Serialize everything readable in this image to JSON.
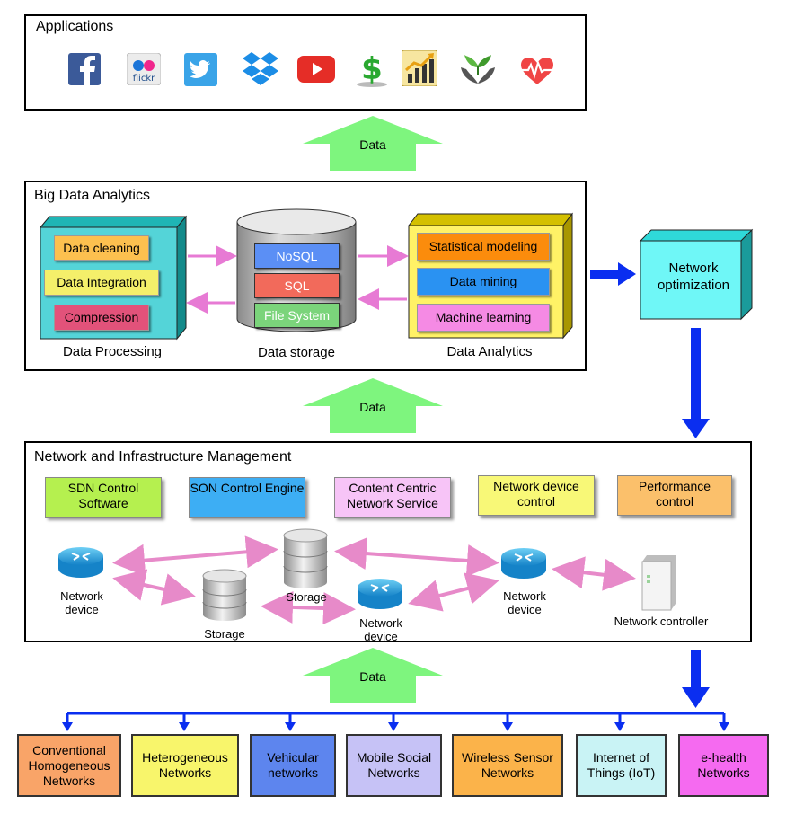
{
  "colors": {
    "up_arrow": "#7ef57e",
    "blue_arrow": "#0a2ef0",
    "pink_arrow": "#e77ad4",
    "pink_dbl": "#e78ac9"
  },
  "applications": {
    "title": "Applications",
    "icons": [
      "facebook-icon",
      "flickr-icon",
      "twitter-icon",
      "dropbox-icon",
      "youtube-icon",
      "dollar-icon",
      "chart-growth-icon",
      "plant-hands-icon",
      "heartbeat-icon"
    ]
  },
  "flow": {
    "data_label_1": "Data",
    "data_label_2": "Data",
    "data_label_3": "Data"
  },
  "big_data": {
    "title": "Big Data Analytics",
    "processing": {
      "label": "Data Processing",
      "items": [
        "Data cleaning",
        "Data Integration",
        "Compression"
      ],
      "colors": [
        "#fcc04f",
        "#f4ef6a",
        "#e2527a"
      ]
    },
    "storage": {
      "label": "Data storage",
      "items": [
        "NoSQL",
        "SQL",
        "File System"
      ],
      "colors": [
        "#5b8ff5",
        "#f26a5b",
        "#7bd47b"
      ]
    },
    "analytics": {
      "label": "Data Analytics",
      "items": [
        "Statistical modeling",
        "Data mining",
        "Machine learning"
      ],
      "colors": [
        "#fb8c0c",
        "#2a92f2",
        "#f58ae4"
      ]
    }
  },
  "optimization": {
    "label": "Network optimization"
  },
  "infra": {
    "title": "Network and Infrastructure Management",
    "notes": [
      {
        "text": "SDN Control Software",
        "color": "#b5f04f"
      },
      {
        "text": "SON Control Engine",
        "color": "#3daef4"
      },
      {
        "text": "Content Centric Network Service",
        "color": "#f7c4f7"
      },
      {
        "text": "Network device control",
        "color": "#f8f877"
      },
      {
        "text": "Performance control",
        "color": "#fbc06b"
      }
    ],
    "nodes": {
      "device_left": "Network device",
      "storage_top": "Storage",
      "storage_bottom": "Storage",
      "device_middle": "Network device",
      "device_right": "Network device",
      "controller": "Network controller"
    }
  },
  "targets": [
    {
      "text": "Conventional Homogeneous Networks",
      "color": "#f9a468"
    },
    {
      "text": "Heterogeneous Networks",
      "color": "#f8f56b"
    },
    {
      "text": "Vehicular networks",
      "color": "#5d85ee"
    },
    {
      "text": "Mobile Social Networks",
      "color": "#c6c2f6"
    },
    {
      "text": "Wireless Sensor Networks",
      "color": "#fbb34a"
    },
    {
      "text": "Internet of Things (IoT)",
      "color": "#c9f3f5"
    },
    {
      "text": "e-health Networks",
      "color": "#f56af0"
    }
  ]
}
